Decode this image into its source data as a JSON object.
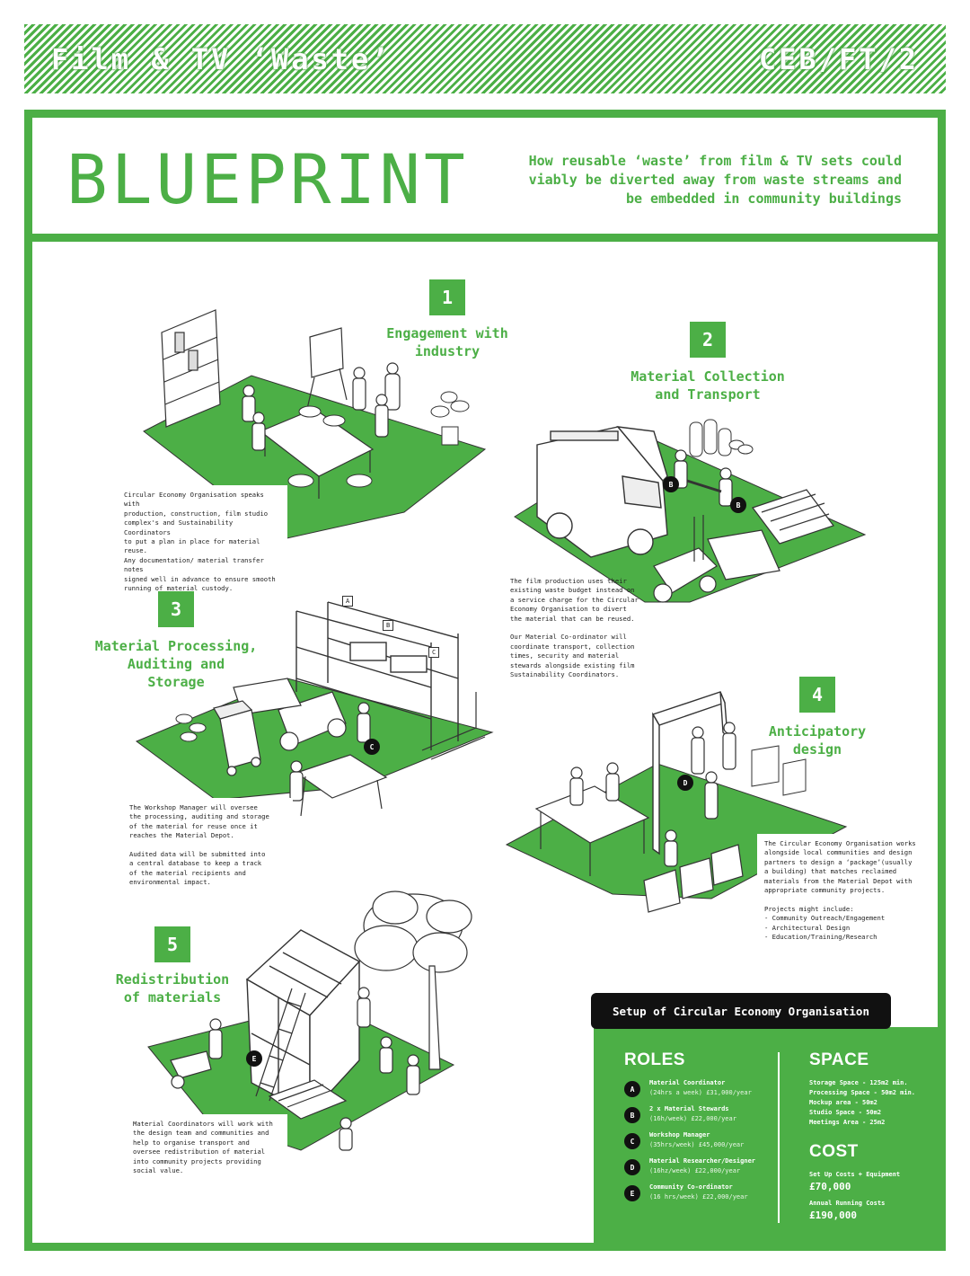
{
  "header": {
    "title": "Film & TV ‘Waste’",
    "code": "CEB/FT/2"
  },
  "hero": {
    "title": "BLUEPRINT",
    "subtitle": "How reusable ‘waste’ from film & TV sets could viably be diverted away from waste streams and be embedded in community buildings"
  },
  "steps": [
    {
      "number": "1",
      "title": "Engagement with\nindustry",
      "note": "Circular Economy Organisation speaks with\nproduction, construction, film studio\ncomplex's and Sustainability Coordinators\nto put a plan in place for material reuse.\nAny documentation/ material transfer notes\nsigned well in advance to ensure smooth\nrunning of material custody."
    },
    {
      "number": "2",
      "title": "Material Collection\nand Transport",
      "note": "The film production uses their\nexisting waste budget instead on\na service charge for the Circular\nEconomy Organisation to divert\nthe material that can be reused.\n\nOur Material Co-ordinator will\ncoordinate transport, collection\ntimes, security and material\nstewards alongside existing film\nSustainability Coordinators."
    },
    {
      "number": "3",
      "title": "Material Processing,\nAuditing and\nStorage",
      "note": "The Workshop Manager will oversee\nthe processing, auditing and storage\nof the material for reuse once it\nreaches the Material Depot.\n\nAudited data will be submitted into\na central database to keep a track\nof the material recipients and\nenvironmental impact."
    },
    {
      "number": "4",
      "title": "Anticipatory\ndesign",
      "note": "The Circular Economy Organisation works\nalongside local communities and design\npartners to design a ‘package’(usually\na building) that matches reclaimed\nmaterials from the Material Depot with\nappropriate community projects.\n\nProjects might include:\n- Community Outreach/Engagement\n- Architectural Design\n- Education/Training/Research"
    },
    {
      "number": "5",
      "title": "Redistribution\nof materials",
      "note": "Material Coordinators will work with\nthe design team and communities and\nhelp to organise transport and\noversee redistribution of material\ninto community projects providing\nsocial value."
    }
  ],
  "scene_markers": {
    "b1": "B",
    "b2": "B",
    "c": "C",
    "d": "D",
    "e": "E",
    "shelf_a": "A",
    "shelf_b": "B",
    "shelf_c": "C"
  },
  "setup": {
    "label": "Setup of Circular Economy Organisation",
    "roles_heading": "ROLES",
    "roles": [
      {
        "badge": "A",
        "name": "Material Coordinator",
        "detail": "(24hrs a week) £31,000/year"
      },
      {
        "badge": "B",
        "name": "2 x Material Stewards",
        "detail": "(16h/week) £22,000/year"
      },
      {
        "badge": "C",
        "name": "Workshop Manager",
        "detail": "(35hrs/week) £45,000/year"
      },
      {
        "badge": "D",
        "name": "Material Researcher/Designer",
        "detail": "(16hz/week) £22,000/year"
      },
      {
        "badge": "E",
        "name": "Community Co-ordinator",
        "detail": "(16 hrs/week) £22,000/year"
      }
    ],
    "space_heading": "SPACE",
    "space": [
      "Storage Space - 125m2 min.",
      "Processing Space - 50m2 min.",
      "Mockup area - 50m2",
      "Studio Space - 50m2",
      "Meetings Area - 25m2"
    ],
    "cost_heading": "COST",
    "setup_cost_label": "Set Up Costs + Equipment",
    "setup_cost_value": "£70,000",
    "running_cost_label": "Annual Running Costs",
    "running_cost_value": "£190,000"
  },
  "colors": {
    "accent": "#4caf46",
    "ink": "#222222",
    "badge": "#111111"
  }
}
